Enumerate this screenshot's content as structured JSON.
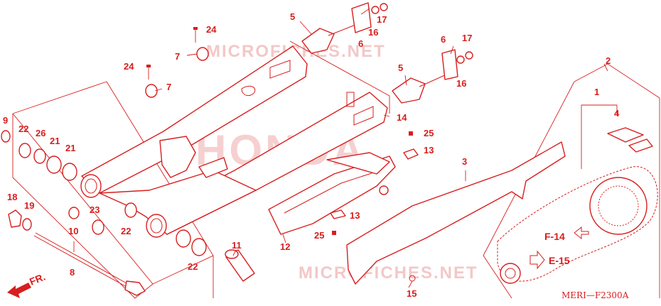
{
  "diagram_code": "MERI—F2300A",
  "watermark": "MICROFICHES.NET",
  "brand_watermark": "HONDA",
  "front_label": "FR.",
  "refs": {
    "f14": "F-14",
    "e15": "E-15"
  },
  "callouts": {
    "c1": "1",
    "c2": "2",
    "c3": "3",
    "c4": "4",
    "c5a": "5",
    "c5b": "5",
    "c6a": "6",
    "c6b": "6",
    "c7a": "7",
    "c7b": "7",
    "c8": "8",
    "c9": "9",
    "c10": "10",
    "c11": "11",
    "c12": "12",
    "c13a": "13",
    "c13b": "13",
    "c14": "14",
    "c15": "15",
    "c16a": "16",
    "c16b": "16",
    "c17a": "17",
    "c17b": "17",
    "c18": "18",
    "c19": "19",
    "c21a": "21",
    "c21b": "21",
    "c22a": "22",
    "c22b": "22",
    "c22c": "22",
    "c23": "23",
    "c24a": "24",
    "c24b": "24",
    "c25a": "25",
    "c25b": "25",
    "c26": "26"
  }
}
